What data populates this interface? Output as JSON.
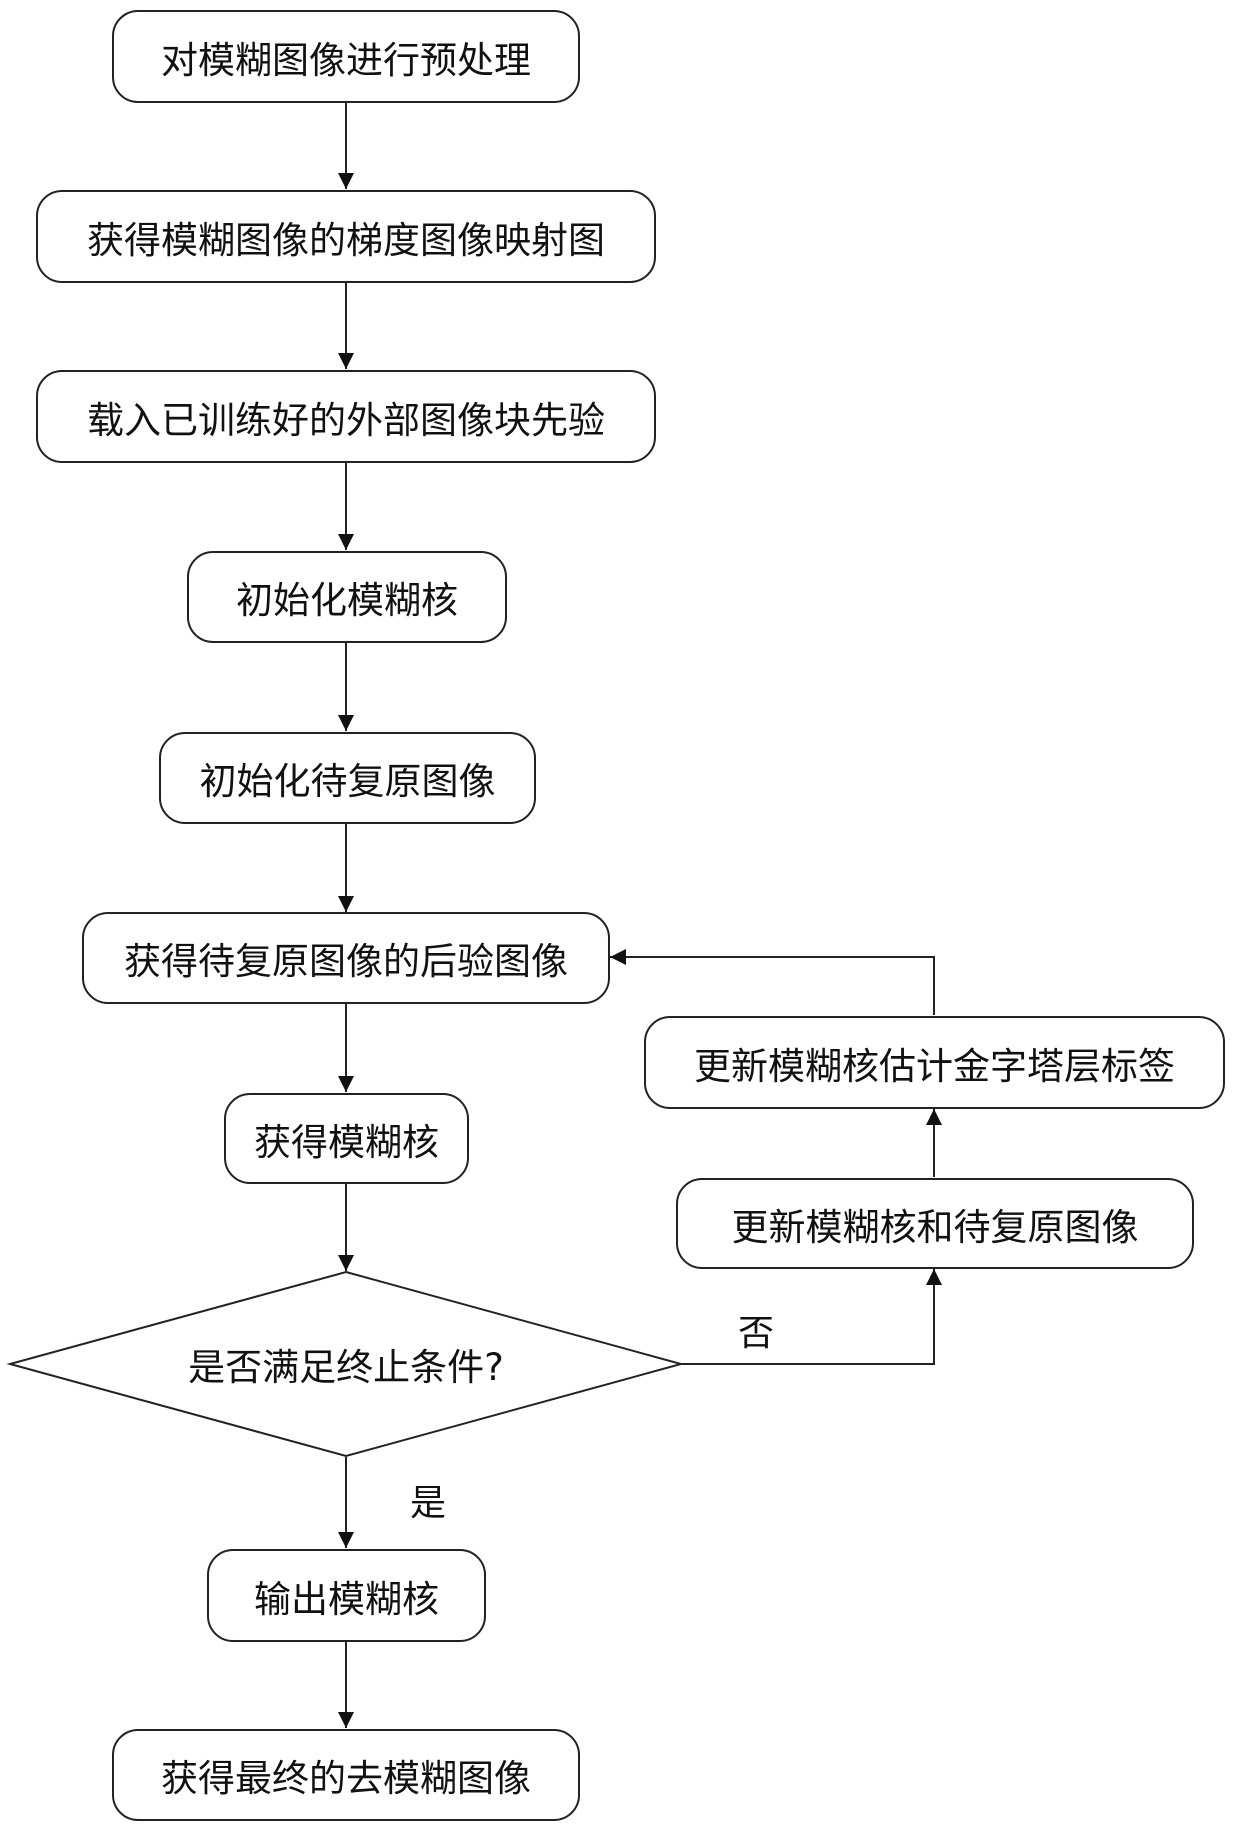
{
  "nodes": {
    "preprocess": "对模糊图像进行预处理",
    "gradient_map": "获得模糊图像的梯度图像映射图",
    "load_prior": "载入已训练好的外部图像块先验",
    "init_kernel": "初始化模糊核",
    "init_image": "初始化待复原图像",
    "posterior": "获得待复原图像的后验图像",
    "get_kernel": "获得模糊核",
    "decision": "是否满足终止条件?",
    "output_kernel": "输出模糊核",
    "final_image": "获得最终的去模糊图像",
    "update_both": "更新模糊核和待复原图像",
    "update_labels": "更新模糊核估计金字塔层标签"
  },
  "edges": {
    "yes": "是",
    "no": "否"
  }
}
